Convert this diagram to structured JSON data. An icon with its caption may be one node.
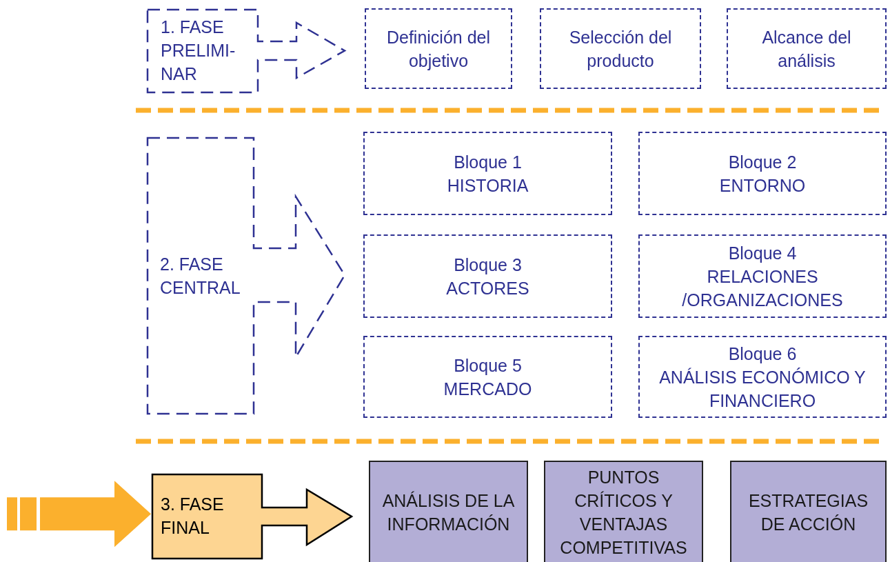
{
  "diagram": {
    "nodes": [
      {
        "text": [
          "1. FASE PRELIMI- NAR"
        ]
      },
      {
        "text": [
          "Definición del objetivo"
        ]
      },
      {
        "text": [
          "Selección del producto"
        ]
      },
      {
        "text": [
          "Alcance del análisis"
        ]
      },
      {
        "text": [
          "2. FASE CENTRAL"
        ]
      },
      {
        "text": [
          "Bloque 1",
          "HISTORIA"
        ]
      },
      {
        "text": [
          "Bloque 2",
          "ENTORNO"
        ]
      },
      {
        "text": [
          "Bloque 3",
          "ACTORES"
        ]
      },
      {
        "text": [
          "Bloque 4",
          "RELACIONES /ORGANIZACIONES"
        ]
      },
      {
        "text": [
          "Bloque 5",
          "MERCADO"
        ]
      },
      {
        "text": [
          "Bloque 6",
          "ANÁLISIS ECONÓMICO Y FINANCIERO"
        ]
      },
      {
        "text": [
          "3. FASE FINAL"
        ]
      },
      {
        "text": [
          "ANÁLISIS DE LA INFORMACIÓN"
        ]
      },
      {
        "text": [
          "PUNTOS CRÍTICOS Y VENTAJAS COMPETITIVAS"
        ]
      },
      {
        "text": [
          "ESTRATEGIAS DE ACCIÓN"
        ]
      }
    ],
    "edges": [
      {
        "from": null,
        "to": 11,
        "arrow": "to"
      }
    ]
  }
}
